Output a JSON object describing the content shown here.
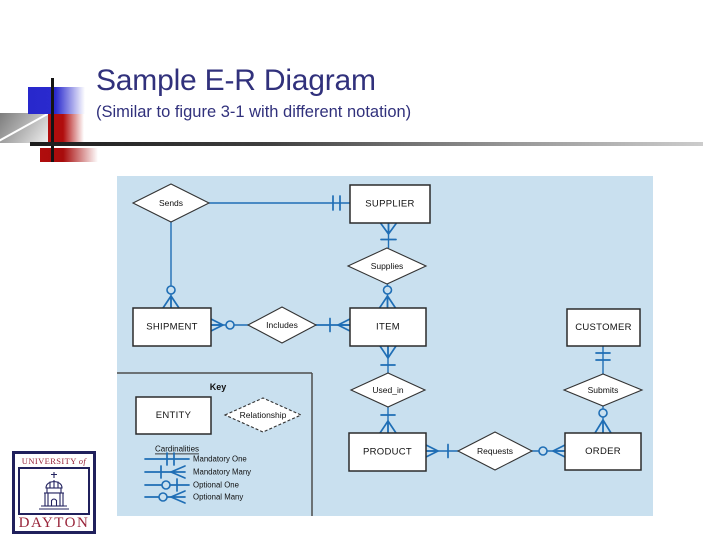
{
  "slide": {
    "title": "Sample E-R Diagram",
    "subtitle": "(Similar to figure 3-1 with different notation)"
  },
  "diagram": {
    "entities": {
      "supplier": "SUPPLIER",
      "shipment": "SHIPMENT",
      "item": "ITEM",
      "customer": "CUSTOMER",
      "product": "PRODUCT",
      "order": "ORDER"
    },
    "relationships": {
      "sends": "Sends",
      "supplies": "Supplies",
      "includes": "Includes",
      "used_in": "Used_in",
      "submits": "Submits",
      "requests": "Requests"
    },
    "key": {
      "title": "Key",
      "entity": "ENTITY",
      "relationship": "Relationship",
      "cardinalities_title": "Cardinalities",
      "cardinality_items": [
        "Mandatory One",
        "Mandatory Many",
        "Optional One",
        "Optional Many"
      ]
    },
    "colors": {
      "background": "#c9e0ef",
      "connector": "#1f6eb5",
      "shape_fill": "#ffffff",
      "shape_border": "#2b2b2b",
      "title_text": "#31317c"
    }
  },
  "logo": {
    "top_line": "UNIVERSITY",
    "top_line_suffix": "of",
    "bottom_line": "DAYTON"
  }
}
